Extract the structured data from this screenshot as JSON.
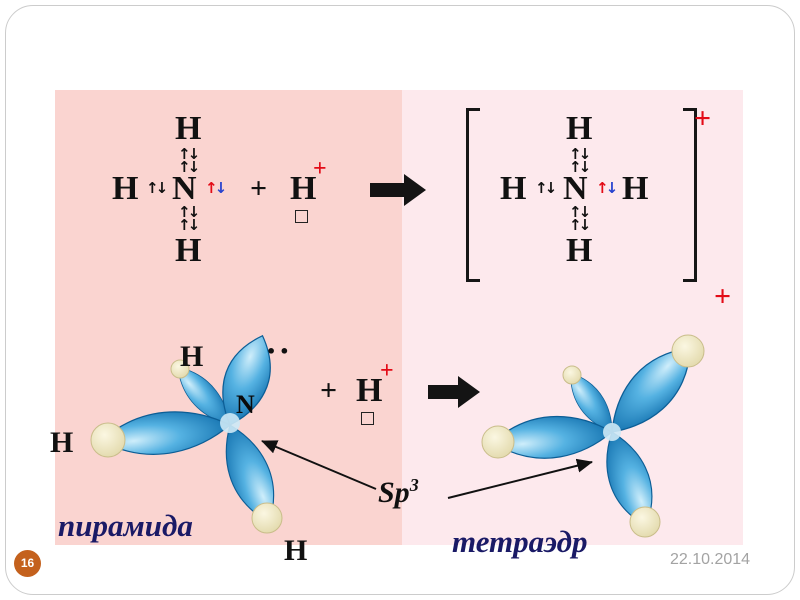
{
  "slide": {
    "number": "16",
    "date": "22.10.2014"
  },
  "symbols": {
    "H": "H",
    "N": "N",
    "plus": "+",
    "charge": "+",
    "pair": "↑↓",
    "up": "↑",
    "down": "↓",
    "lone_pair": "••"
  },
  "labels": {
    "sp": "Sp",
    "sp_exp": "3",
    "pyramid": "пирамида",
    "tetrahedron": "тетраэдр"
  },
  "colors": {
    "charge_red": "#e30b17",
    "electron_blue": "#2743cf",
    "caption_navy": "#1a1a66",
    "panel_left_pink": "#fad4d0",
    "panel_right_pink": "#fde9ed",
    "orbital_blue": "#2f97d4",
    "orbital_cap_cream": "#f3edca",
    "badge_orange": "#c4611d"
  }
}
